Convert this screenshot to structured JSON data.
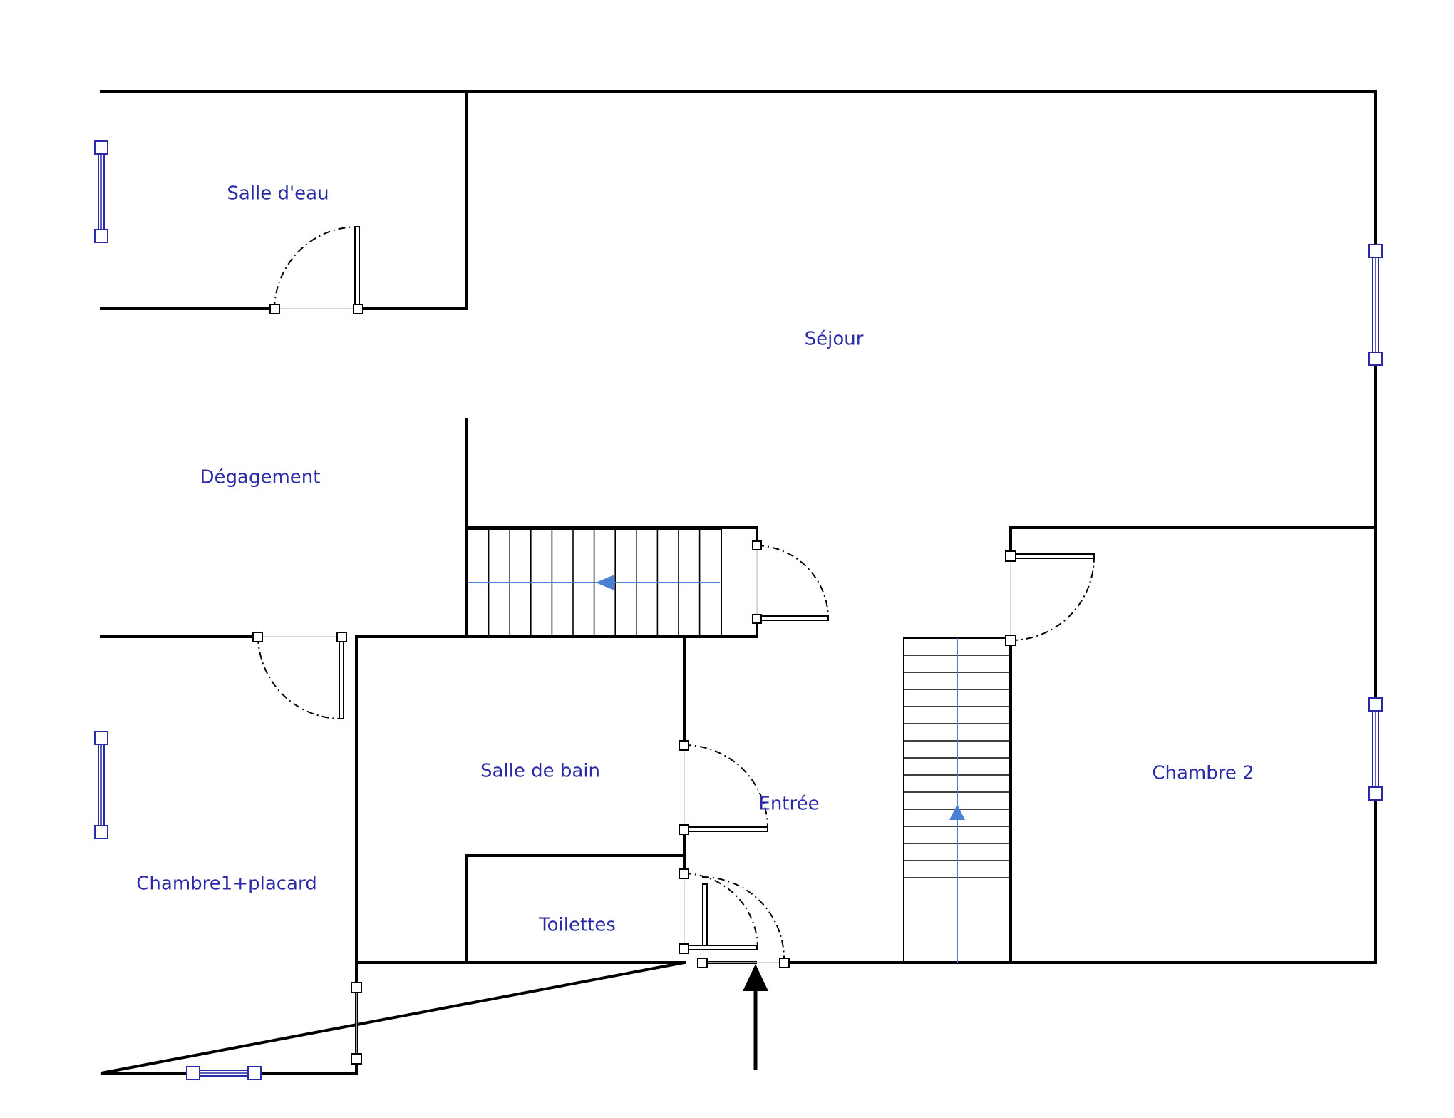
{
  "plan": {
    "rooms": {
      "salle_eau": "Salle d'eau",
      "sejour": "Séjour",
      "degagement": "Dégagement",
      "salle_de_bain": "Salle de bain",
      "entree": "Entrée",
      "chambre_2": "Chambre 2",
      "chambre_1": "Chambre1+placard",
      "toilettes": "Toilettes"
    },
    "colors": {
      "label": "#2a2aa8",
      "wall": "#000000",
      "stair_axis": "#4a7fd6",
      "window": "#2a2aa8"
    }
  }
}
